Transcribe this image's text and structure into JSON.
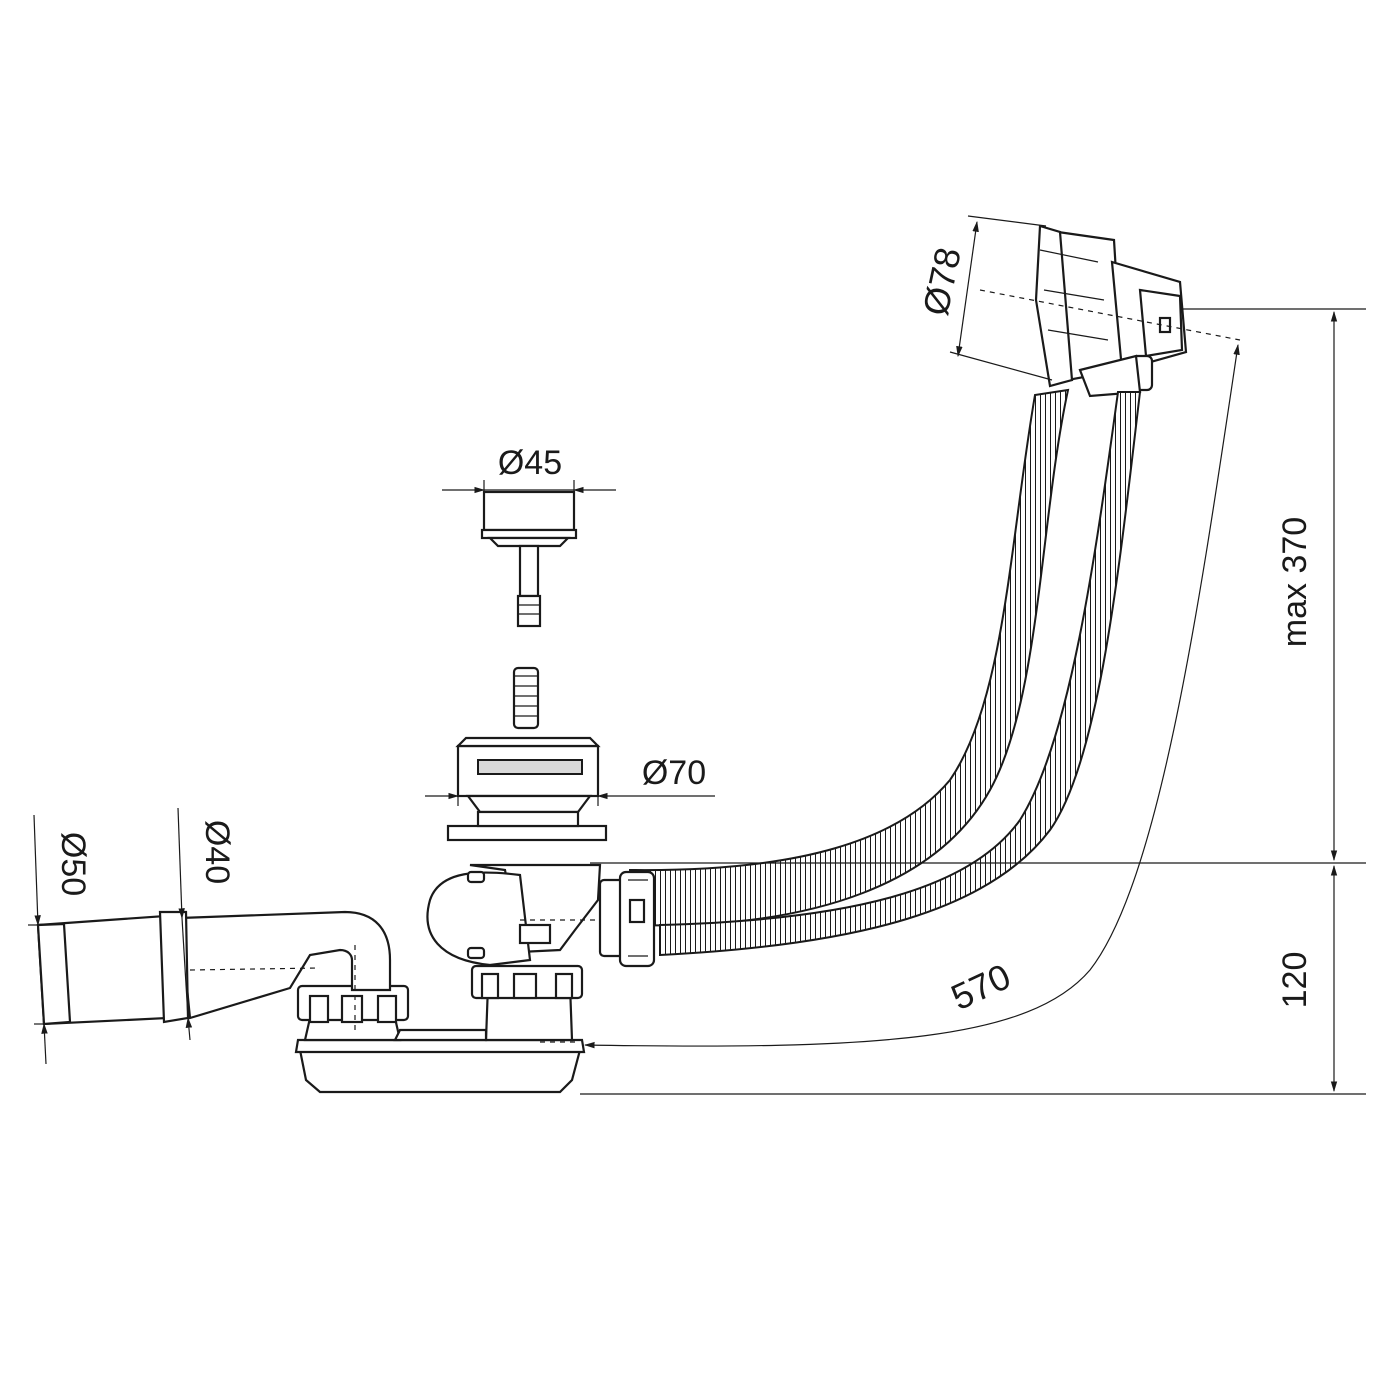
{
  "dimensions": {
    "d78": "Ø78",
    "d45": "Ø45",
    "d70": "Ø70",
    "d50": "Ø50",
    "d40": "Ø40",
    "max370": "max 370",
    "len570": "570",
    "h120": "120"
  },
  "colors": {
    "line": "#1a1a1a",
    "shade": "#d9d9d9",
    "background": "#ffffff"
  }
}
